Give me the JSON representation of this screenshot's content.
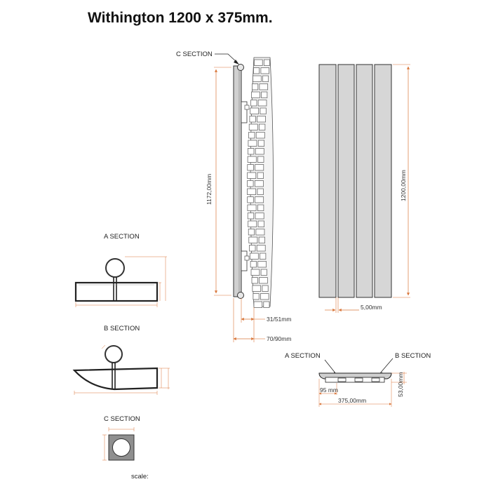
{
  "title": "Withington 1200 x 375mm.",
  "labels": {
    "c_section_callout": "C SECTION",
    "a_section": "A SECTION",
    "b_section": "B SECTION",
    "c_section": "C SECTION",
    "scale": "scale:",
    "a_section_callout": "A SECTION",
    "b_section_callout": "B SECTION"
  },
  "dimensions": {
    "side_height": "1172,00mm",
    "front_height": "1200,00mm",
    "offset_1": "31/51mm",
    "offset_2": "70/90mm",
    "panel_gap": "5,00mm",
    "top_offset": "95 mm",
    "top_width": "375,00mm",
    "top_depth": "53,00mm"
  },
  "colors": {
    "outline": "#333333",
    "dimension_line": "#d9773b",
    "panel_fill": "#d6d6d6",
    "section_fill": "#cfcfcf"
  }
}
